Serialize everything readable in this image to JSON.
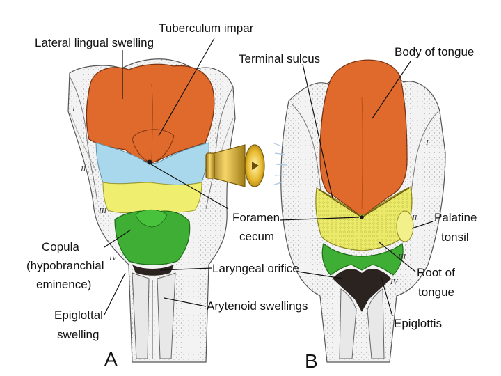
{
  "panel_a": {
    "letter": "A",
    "labels": {
      "lateral_lingual_swelling": "Lateral lingual swelling",
      "tuberculum_impar": "Tuberculum impar",
      "foramen_cecum_1": "Foramen",
      "foramen_cecum_2": "cecum",
      "copula_1": "Copula",
      "copula_2": "(hypobranchial",
      "copula_3": "eminence)",
      "epiglottal_swelling_1": "Epiglottal",
      "epiglottal_swelling_2": "swelling",
      "laryngeal_orifice": "Laryngeal orifice",
      "arytenoid_swellings": "Arytenoid swellings"
    },
    "arch_numerals": [
      "I",
      "II",
      "III",
      "IV"
    ]
  },
  "panel_b": {
    "letter": "B",
    "labels": {
      "terminal_sulcus": "Terminal sulcus",
      "body_of_tongue": "Body of tongue",
      "palatine_tonsil_1": "Palatine",
      "palatine_tonsil_2": "tonsil",
      "root_of_tongue_1": "Root of",
      "root_of_tongue_2": "tongue",
      "epiglottis": "Epiglottis"
    },
    "arch_numerals": [
      "I",
      "II",
      "III",
      "IV"
    ]
  },
  "colors": {
    "orange": "#e06a2c",
    "blue": "#a9d8ec",
    "yellow": "#f0ee6e",
    "green": "#3fae35",
    "tissue": "#ededed",
    "dark": "#2a2320"
  },
  "icons": {
    "audio": "speaker-icon"
  }
}
